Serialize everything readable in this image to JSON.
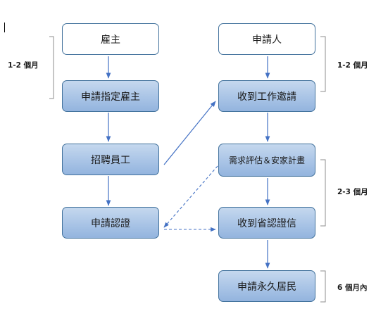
{
  "nodes": {
    "employer": "雇主",
    "designate": "申請指定雇主",
    "recruit": "招聘員工",
    "endorse": "申請認證",
    "applicant": "申請人",
    "offer": "收到工作邀請",
    "needs": "需求評估＆安家計畫",
    "letter": "收到省認證信",
    "pr": "申請永久居民"
  },
  "periods": {
    "left_stage": "1-2 個月",
    "right_stage1": "1-2 個月",
    "right_stage2": "2-3 個月",
    "right_stage3": "6 個月內"
  }
}
